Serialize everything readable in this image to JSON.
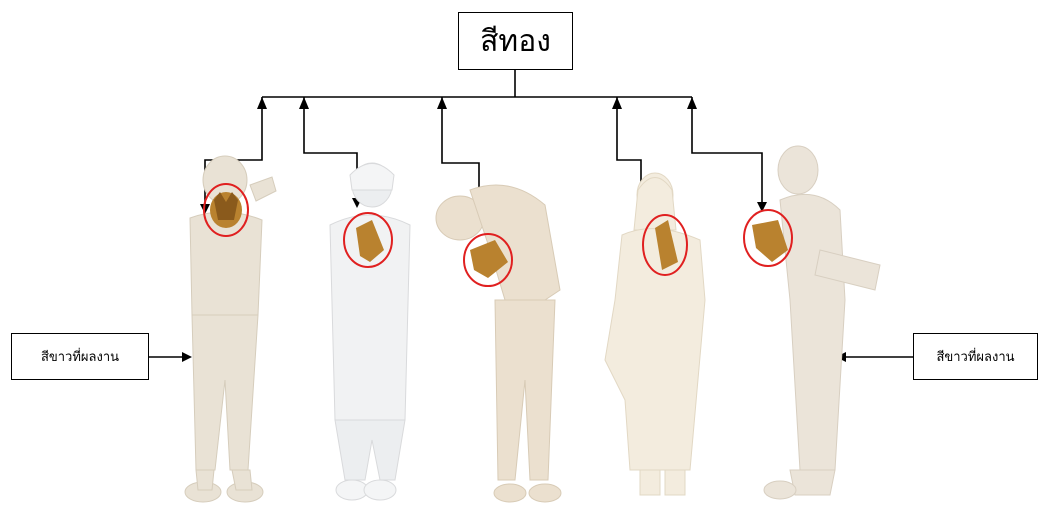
{
  "labels": {
    "top": "สีทอง",
    "left": "สีขาวที่ผลงาน",
    "right": "สีขาวที่ผลงาน"
  },
  "colors": {
    "figure_body": "#e9e2d5",
    "figure_shadow": "#d6cdbc",
    "coat": "#f1f2f3",
    "dress": "#f3ecde",
    "gold_hands": "#b9822f",
    "highlight_circle": "#e02020",
    "lines": "#000000"
  },
  "figures": [
    {
      "name": "figure-1",
      "pose": "hands covering face"
    },
    {
      "name": "figure-2",
      "pose": "praying in lab coat"
    },
    {
      "name": "figure-3",
      "pose": "bowing"
    },
    {
      "name": "figure-4",
      "pose": "praying in dress"
    },
    {
      "name": "figure-5",
      "pose": "holding hands to face"
    }
  ]
}
